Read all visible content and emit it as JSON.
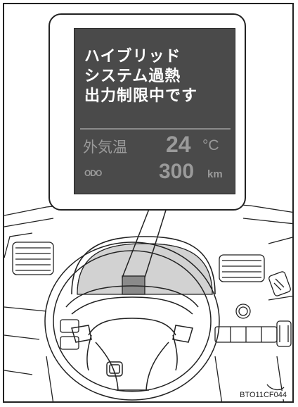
{
  "display": {
    "message_lines": [
      "ハイブリッド",
      "システム過熱",
      "出力制限中です"
    ],
    "outside_temp_label": "外気温",
    "outside_temp_value": "24",
    "outside_temp_unit": "°C",
    "odometer_label": "ODO",
    "odometer_value": "300",
    "odometer_unit": "km"
  },
  "figure_code": "BTO11CF044",
  "colors": {
    "screen_bg": "#4a4a4a",
    "message_text": "#ffffff",
    "dim_text": "#9a9a9a",
    "highlight_display": "#8a8a8a",
    "cluster_fill": "#d2d2d2"
  }
}
